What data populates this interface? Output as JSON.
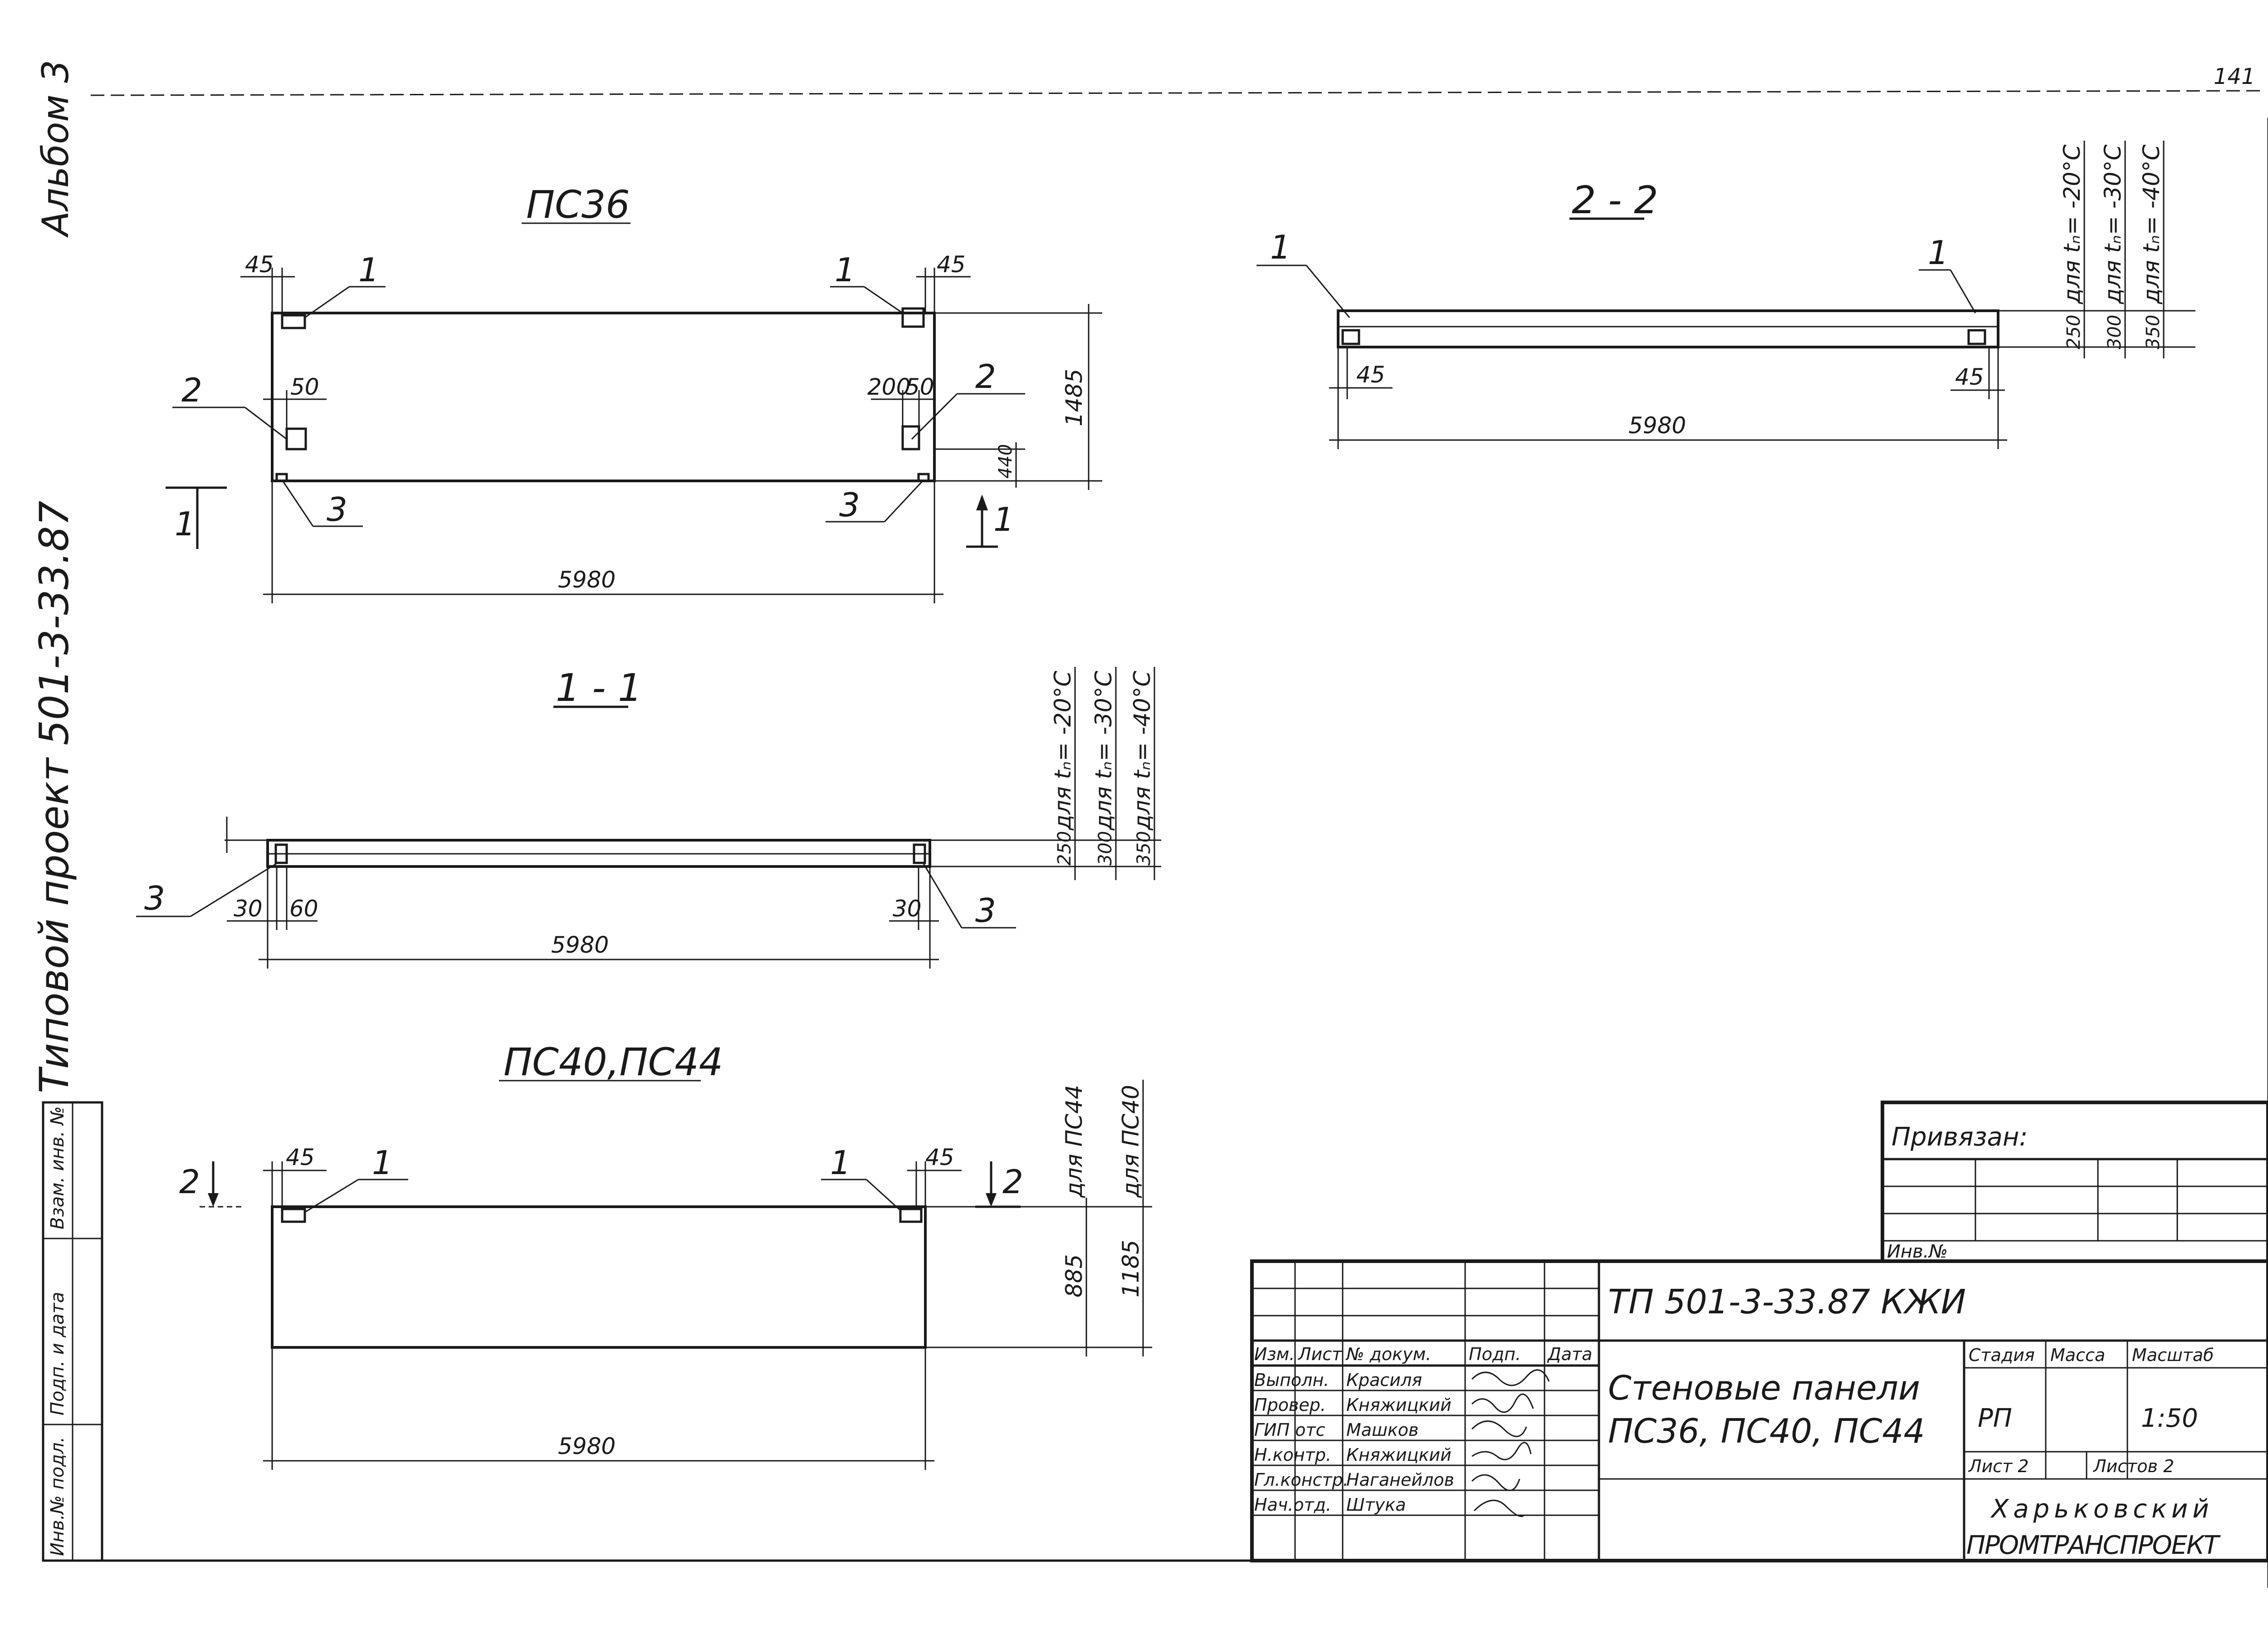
{
  "sheet": {
    "sheet_number": "141",
    "side_album": "Альбом 3",
    "side_project": "Типовой проект 501-3-33.87",
    "side_stamp": [
      "Инв.№ подл.",
      "Подп. и дата",
      "Взам. инв. №"
    ]
  },
  "views": {
    "pc36": {
      "title": "ПС36",
      "dims": {
        "left_45": "45",
        "right_45": "45",
        "left_50": "50",
        "right_200": "200",
        "right_50": "50",
        "height": "1485",
        "bottom_440": "440",
        "length": "5980"
      },
      "callouts": {
        "c1a": "1",
        "c1b": "1",
        "c2a": "2",
        "c2b": "2",
        "c3a": "3",
        "c3b": "3"
      },
      "section_marks": {
        "left": "1",
        "right": "1"
      }
    },
    "section_1_1": {
      "title": "1 - 1",
      "dims": {
        "d30a": "30",
        "d60": "60",
        "d30b": "30",
        "length": "5980"
      },
      "callouts": {
        "c3a": "3",
        "c3b": "3"
      },
      "thickness": [
        {
          "value": "250",
          "label": "для tₙ= -20°С"
        },
        {
          "value": "300",
          "label": "для tₙ= -30°С"
        },
        {
          "value": "350",
          "label": "для tₙ= -40°С"
        }
      ]
    },
    "section_2_2": {
      "title": "2 - 2",
      "dims": {
        "left_45": "45",
        "right_45": "45",
        "length": "5980"
      },
      "callouts": {
        "c1a": "1",
        "c1b": "1"
      },
      "thickness": [
        {
          "value": "250",
          "label": "для tₙ= -20°С"
        },
        {
          "value": "300",
          "label": "для tₙ= -30°С"
        },
        {
          "value": "350",
          "label": "для tₙ= -40°С"
        }
      ]
    },
    "pc40_pc44": {
      "title": "ПС40,ПС44",
      "dims": {
        "left_45": "45",
        "right_45": "45",
        "length": "5980",
        "h885": "885",
        "h1185": "1185"
      },
      "height_labels": {
        "pc44": "для ПС44",
        "pc40": "для ПС40"
      },
      "callouts": {
        "c1a": "1",
        "c1b": "1"
      },
      "section_marks": {
        "left": "2",
        "right": "2"
      }
    }
  },
  "binding_table": {
    "title": "Привязан:",
    "inv_label": "Инв.№"
  },
  "title_block": {
    "doc_code": "ТП 501-3-33.87  КЖИ",
    "headers": [
      "Изм.",
      "Лист",
      "№ докум.",
      "Подп.",
      "Дата"
    ],
    "signatures": [
      {
        "role": "Выполн.",
        "name": "Красиля"
      },
      {
        "role": "Провер.",
        "name": "Княжицкий"
      },
      {
        "role": "ГИП отс",
        "name": "Машков"
      },
      {
        "role": "Н.контр.",
        "name": "Княжицкий"
      },
      {
        "role": "Гл.констр.",
        "name": "Наганейлов"
      },
      {
        "role": "Нач.отд.",
        "name": "Штука"
      }
    ],
    "description_line1": "Стеновые панели",
    "description_line2": "ПС36, ПС40, ПС44",
    "stage_label": "Стадия",
    "mass_label": "Масса",
    "scale_label": "Масштаб",
    "stage": "РП",
    "scale": "1:50",
    "sheet_label": "Лист 2",
    "sheets_label": "Листов 2",
    "org_line1": "Харьковский",
    "org_line2": "ПРОМТРАНСПРОЕКТ"
  }
}
